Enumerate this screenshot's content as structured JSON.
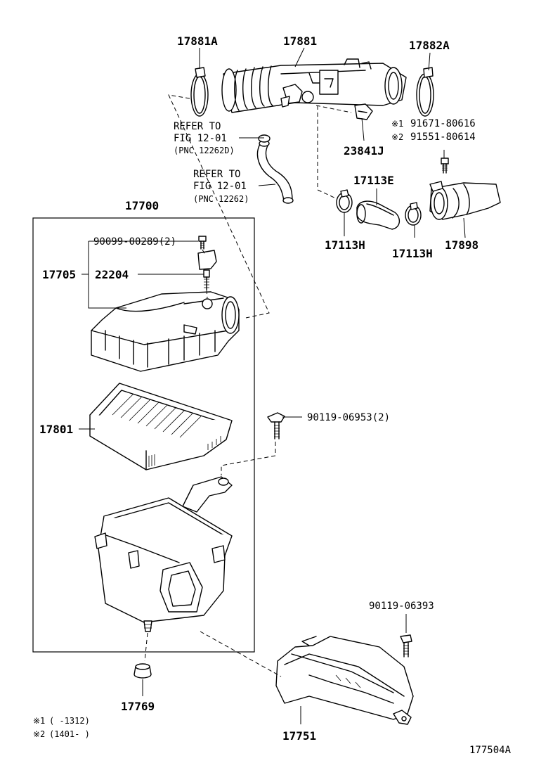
{
  "diagram_id": "177504A",
  "callouts": {
    "p17881A": "17881A",
    "p17881": "17881",
    "p17882A": "17882A",
    "note1_part": "91671-80616",
    "note2_part": "91551-80614",
    "p23841J": "23841J",
    "p17113E": "17113E",
    "p17113H_left": "17113H",
    "p17113H_right": "17113H",
    "p17898": "17898",
    "p17700": "17700",
    "p90099": "90099-00289(2)",
    "p17705": "17705",
    "p22204": "22204",
    "p17801": "17801",
    "p90119_06953": "90119-06953(2)",
    "p90119_06393": "90119-06393",
    "p17769": "17769",
    "p17751": "17751"
  },
  "refers": {
    "ref1_line1": "REFER TO",
    "ref1_line2": "FIG 12-01",
    "ref1_line3": "(PNC 12262D)",
    "ref2_line1": "REFER TO",
    "ref2_line2": "FIG 12-01",
    "ref2_line3": "(PNC 12262)"
  },
  "markers": {
    "mark1": "※1",
    "mark2": "※2"
  },
  "notes": {
    "note1_mark": "※1",
    "note1_text": "(     -1312)",
    "note2_mark": "※2",
    "note2_text": "(1401-     )"
  }
}
